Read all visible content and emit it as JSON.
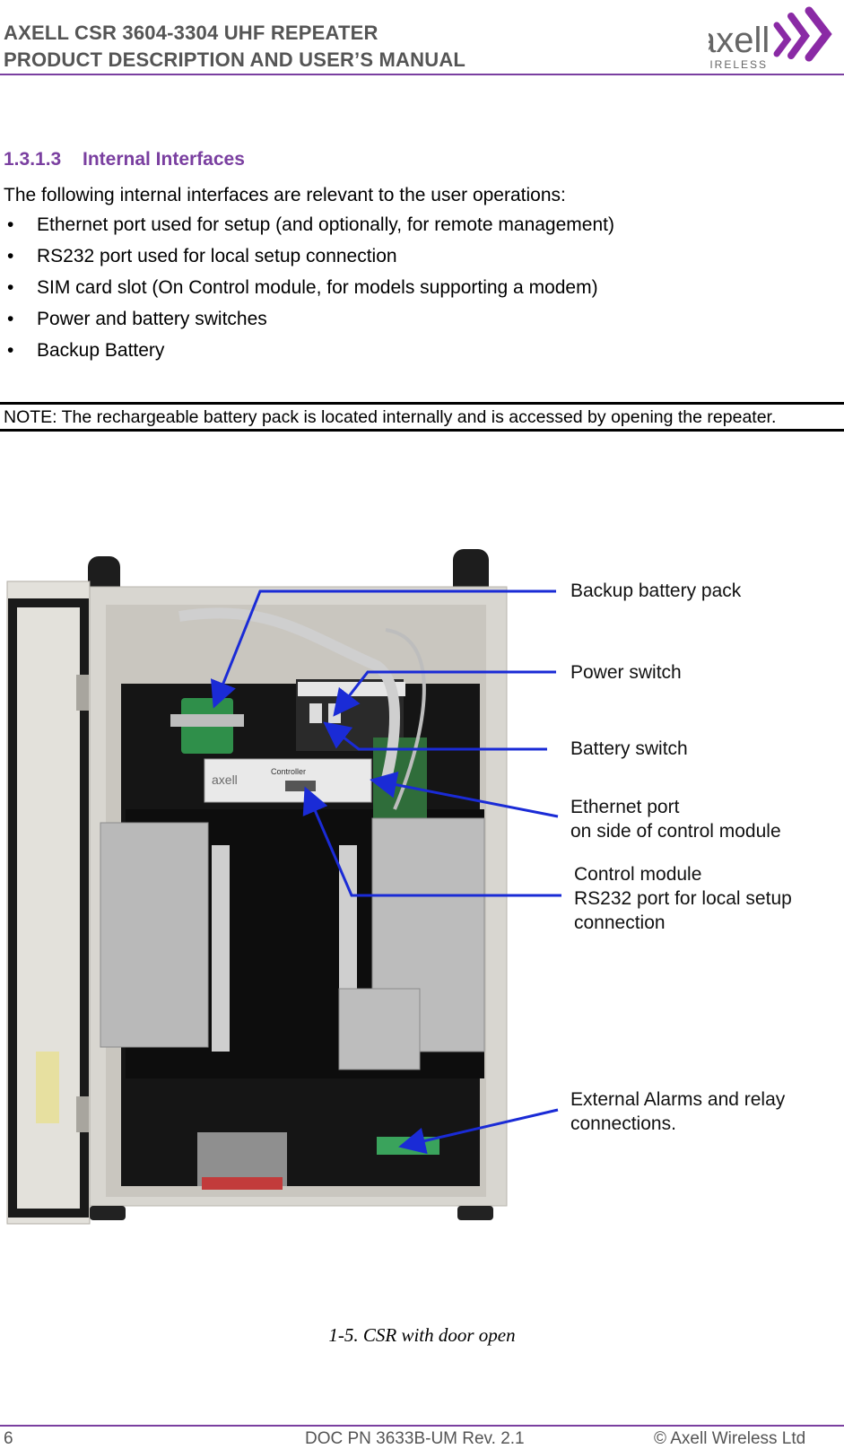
{
  "header": {
    "line1": "AXELL CSR 3604-3304 UHF REPEATER",
    "line2": "PRODUCT DESCRIPTION AND USER’S MANUAL",
    "logo_word": "axell",
    "logo_sub": "WIRELESS"
  },
  "section": {
    "number": "1.3.1.3",
    "title": "Internal Interfaces",
    "intro": "The following internal interfaces are relevant to the user operations:",
    "items": [
      "Ethernet port used for setup (and optionally, for remote management)",
      "RS232 port used for local setup connection",
      "SIM card slot (On Control module, for models supporting a modem)",
      "Power and battery switches",
      "Backup Battery"
    ]
  },
  "note": "NOTE: The rechargeable battery pack is located internally and is accessed by opening the repeater.",
  "figure": {
    "callouts": {
      "backup_battery": "Backup battery pack",
      "power_switch": "Power switch",
      "battery_switch": "Battery switch",
      "ethernet_1": "Ethernet port",
      "ethernet_2": "on side of control module",
      "control_1": "Control module",
      "control_2": "RS232 port for local setup",
      "control_3": "connection",
      "alarms_1": "External Alarms and relay",
      "alarms_2": "connections."
    },
    "panel_label": "Controller",
    "panel_logo": "axell",
    "caption": "1-5.  CSR with door open"
  },
  "footer": {
    "page": "6",
    "doc": "DOC PN 3633B-UM Rev. 2.1",
    "copyright": "© Axell Wireless Ltd"
  },
  "colors": {
    "accent": "#7a3fa0",
    "arrow": "#1a2bd6"
  }
}
